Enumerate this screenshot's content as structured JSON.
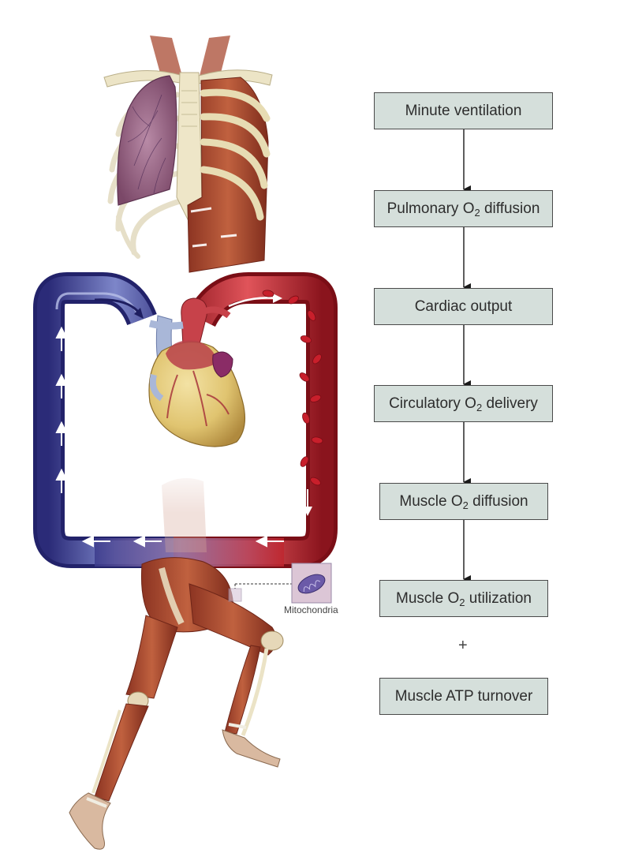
{
  "flow": {
    "steps": [
      {
        "pre": "Minute ventilation",
        "sub": "",
        "post": ""
      },
      {
        "pre": "Pulmonary O",
        "sub": "2",
        "post": " diffusion"
      },
      {
        "pre": "Cardiac output",
        "sub": "",
        "post": ""
      },
      {
        "pre": "Circulatory O",
        "sub": "2",
        "post": " delivery"
      },
      {
        "pre": "Muscle O",
        "sub": "2",
        "post": " diffusion"
      },
      {
        "pre": "Muscle O",
        "sub": "2",
        "post": " utilization"
      }
    ],
    "plus": "+",
    "final": "Muscle ATP turnover"
  },
  "illustration": {
    "mitochondria_label": "Mitochondria",
    "colors": {
      "venous_blue": "#3a3a8c",
      "arterial_red": "#b3202a",
      "muscle": "#a8452e",
      "lung": "#8f5878",
      "bone": "#ebe4cc",
      "box_fill": "#d5dfdb"
    }
  }
}
